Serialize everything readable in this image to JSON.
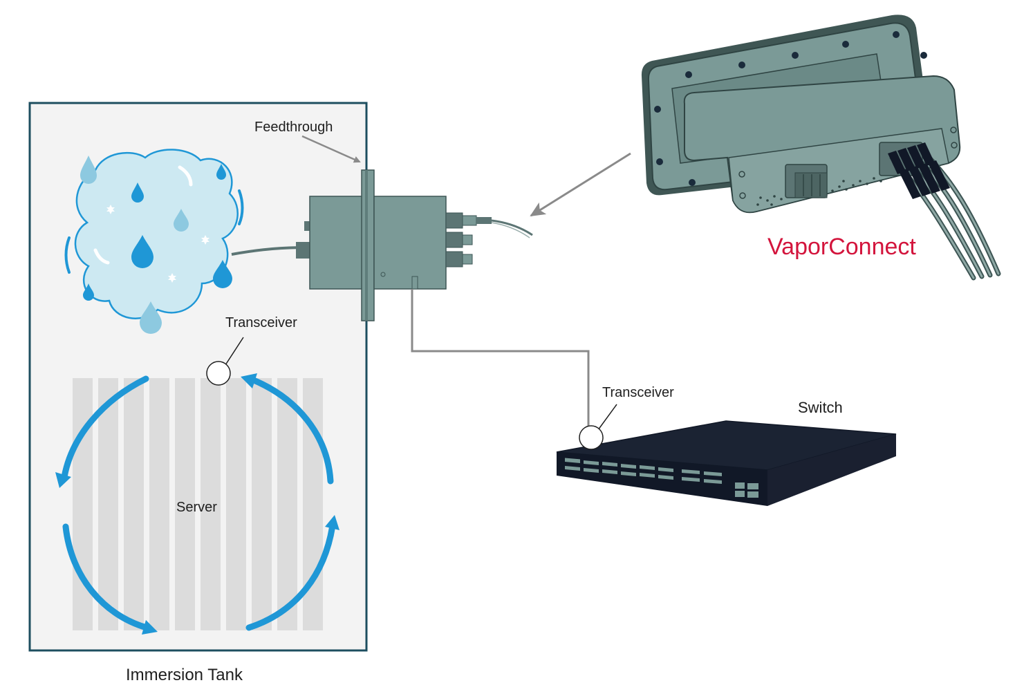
{
  "labels": {
    "feedthrough": "Feedthrough",
    "transceiver_tank": "Transceiver",
    "server": "Server",
    "immersion_tank": "Immersion Tank",
    "transceiver_switch": "Transceiver",
    "switch": "Switch",
    "brand": "VaporConnect"
  },
  "colors": {
    "tank_border": "#1d4e5f",
    "tank_fill": "#f3f3f3",
    "server_strip": "#dcdcdc",
    "coolant_arrow": "#1f97d6",
    "vapor_cloud": "#cde9f2",
    "connector_body": "#7b9a97",
    "switch_body": "#111827",
    "brand_red": "#d3143c",
    "leader_gray": "#8a8a8a"
  }
}
